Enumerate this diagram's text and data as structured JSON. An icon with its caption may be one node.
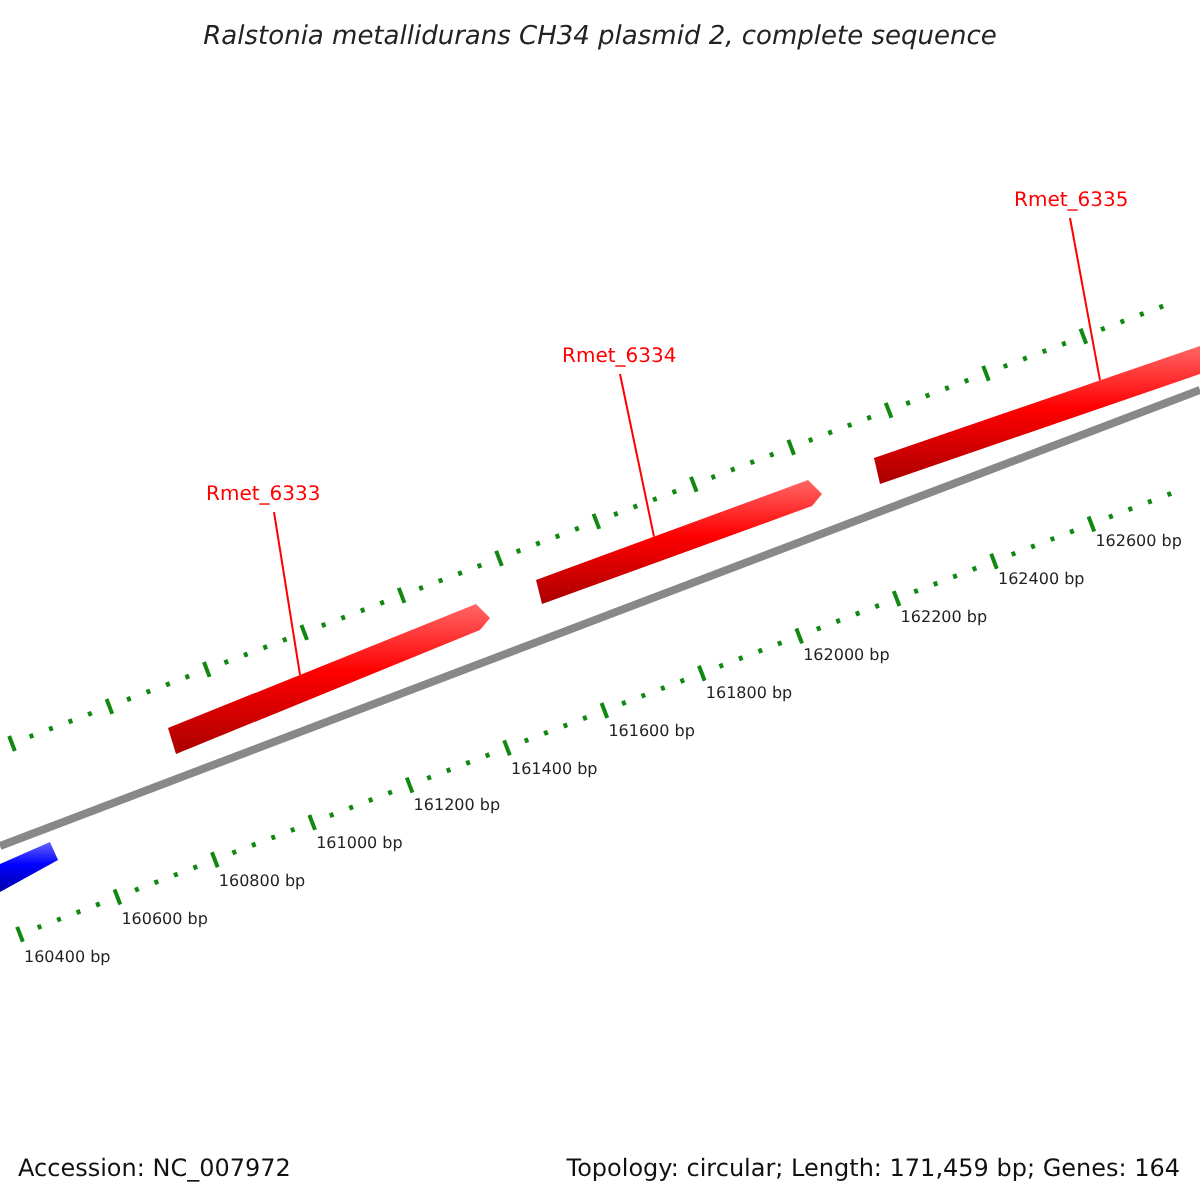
{
  "diagram": {
    "title": "Ralstonia metallidurans CH34 plasmid 2, complete sequence",
    "nodes": [
      {
        "text": [
          "Rmet_6333"
        ]
      },
      {
        "text": [
          "Rmet_6334"
        ]
      },
      {
        "text": [
          "Rmet_6335"
        ]
      },
      {
        "text": [],
        "shape": "arrow"
      },
      {
        "text": [],
        "shape": "arrow"
      },
      {
        "text": [],
        "shape": "arrow"
      },
      {
        "text": [],
        "shape": "arrow"
      }
    ],
    "edges": [
      {
        "from": 0,
        "to": 4,
        "arrow": "none",
        "color": "#ff0000"
      },
      {
        "from": 1,
        "to": 5,
        "arrow": "none",
        "color": "#ff0000"
      },
      {
        "from": 2,
        "to": 6,
        "arrow": "none",
        "color": "#ff0000"
      }
    ],
    "labels": [
      "160400 bp",
      "160600 bp",
      "160800 bp",
      "161000 bp",
      "161200 bp",
      "161400 bp",
      "161600 bp",
      "161800 bp",
      "162000 bp",
      "162200 bp",
      "162400 bp",
      "162600 bp",
      "Accession: NC_007972",
      "Topology: circular; Length: 171,459 bp; Genes: 164"
    ]
  }
}
